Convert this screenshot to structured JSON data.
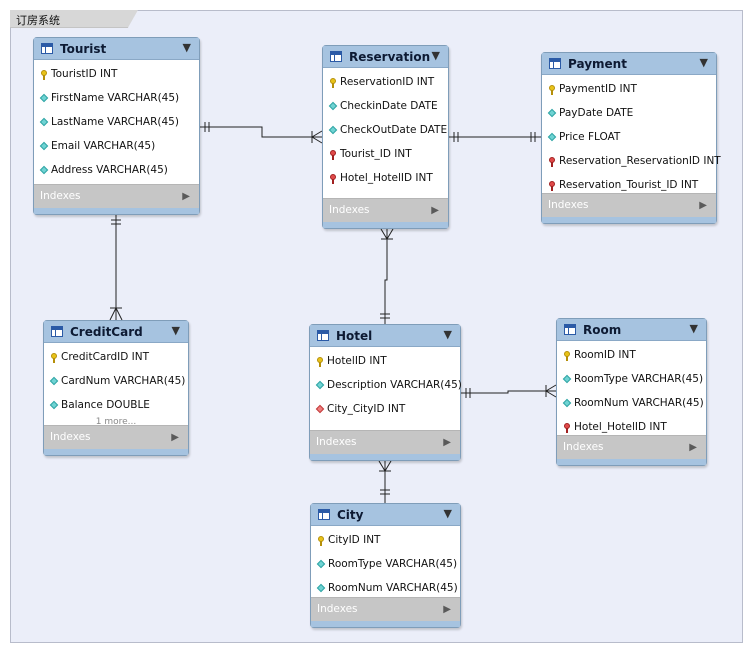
{
  "diagram": {
    "layer_title": "订房系统"
  },
  "tables": [
    {
      "key": "tourist",
      "name": "Tourist",
      "indexes_label": "Indexes",
      "columns": [
        {
          "icon": "key",
          "text": "TouristID INT"
        },
        {
          "icon": "attr",
          "text": "FirstName VARCHAR(45)"
        },
        {
          "icon": "attr",
          "text": "LastName VARCHAR(45)"
        },
        {
          "icon": "attr",
          "text": "Email VARCHAR(45)"
        },
        {
          "icon": "attr",
          "text": "Address VARCHAR(45)"
        }
      ]
    },
    {
      "key": "reservation",
      "name": "Reservation",
      "indexes_label": "Indexes",
      "columns": [
        {
          "icon": "key",
          "text": "ReservationID INT"
        },
        {
          "icon": "attr",
          "text": "CheckinDate DATE"
        },
        {
          "icon": "attr",
          "text": "CheckOutDate DATE"
        },
        {
          "icon": "fk",
          "text": "Tourist_ID INT"
        },
        {
          "icon": "fk",
          "text": "Hotel_HotelID INT"
        }
      ]
    },
    {
      "key": "payment",
      "name": "Payment",
      "indexes_label": "Indexes",
      "columns": [
        {
          "icon": "key",
          "text": "PaymentID INT"
        },
        {
          "icon": "attr",
          "text": "PayDate DATE"
        },
        {
          "icon": "attr",
          "text": "Price FLOAT"
        },
        {
          "icon": "fk",
          "text": "Reservation_ReservationID INT"
        },
        {
          "icon": "fk",
          "text": "Reservation_Tourist_ID INT"
        }
      ]
    },
    {
      "key": "creditcard",
      "name": "CreditCard",
      "indexes_label": "Indexes",
      "more_label": "1 more...",
      "columns": [
        {
          "icon": "key",
          "text": "CreditCardID INT"
        },
        {
          "icon": "attr",
          "text": "CardNum VARCHAR(45)"
        },
        {
          "icon": "attr",
          "text": "Balance DOUBLE"
        }
      ]
    },
    {
      "key": "hotel",
      "name": "Hotel",
      "indexes_label": "Indexes",
      "columns": [
        {
          "icon": "key",
          "text": "HotelID INT"
        },
        {
          "icon": "attr",
          "text": "Description VARCHAR(45)"
        },
        {
          "icon": "fkattr",
          "text": "City_CityID INT"
        }
      ]
    },
    {
      "key": "room",
      "name": "Room",
      "indexes_label": "Indexes",
      "columns": [
        {
          "icon": "key",
          "text": "RoomID INT"
        },
        {
          "icon": "attr",
          "text": "RoomType VARCHAR(45)"
        },
        {
          "icon": "attr",
          "text": "RoomNum VARCHAR(45)"
        },
        {
          "icon": "fk",
          "text": "Hotel_HotelID INT"
        }
      ]
    },
    {
      "key": "city",
      "name": "City",
      "indexes_label": "Indexes",
      "columns": [
        {
          "icon": "key",
          "text": "CityID INT"
        },
        {
          "icon": "attr",
          "text": "RoomType VARCHAR(45)"
        },
        {
          "icon": "attr",
          "text": "RoomNum VARCHAR(45)"
        }
      ]
    }
  ],
  "relationships": [
    {
      "from": "Tourist",
      "to": "Reservation",
      "cardinality": "one-to-many"
    },
    {
      "from": "Reservation",
      "to": "Payment",
      "cardinality": "one-to-one"
    },
    {
      "from": "Tourist",
      "to": "CreditCard",
      "cardinality": "one-to-many"
    },
    {
      "from": "Hotel",
      "to": "Reservation",
      "cardinality": "one-to-many"
    },
    {
      "from": "Hotel",
      "to": "Room",
      "cardinality": "one-to-many"
    },
    {
      "from": "City",
      "to": "Hotel",
      "cardinality": "one-to-many"
    }
  ]
}
